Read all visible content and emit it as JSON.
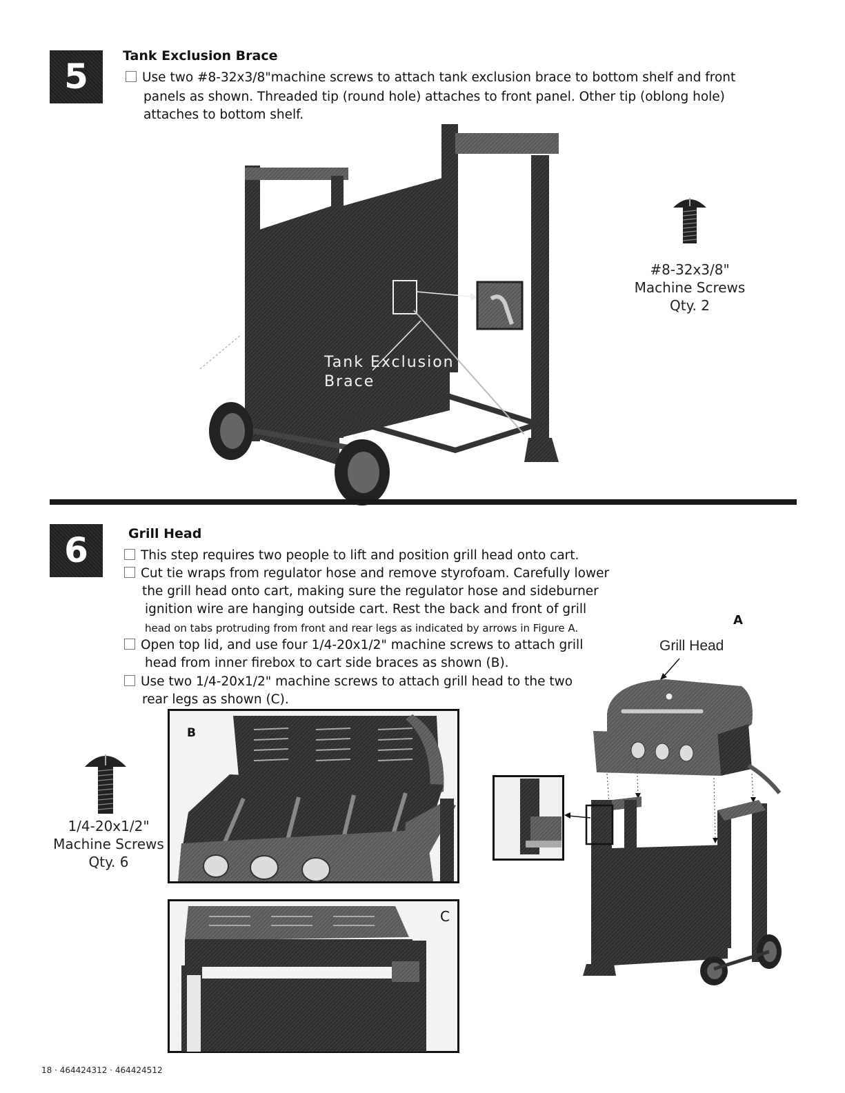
{
  "step5": {
    "number": "5",
    "title": "Tank Exclusion Brace",
    "lines": [
      "Use two #8-32x3/8\"machine screws to attach tank exclusion brace to bottom shelf and front",
      "panels as shown.  Threaded tip (round hole) attaches to front panel.  Other tip (oblong hole)",
      "attaches to bottom shelf."
    ],
    "callout": [
      "Tank Exclusion",
      "Brace"
    ],
    "hardware": {
      "size": "#8-32x3/8\"",
      "name": "Machine Screws",
      "qty": "Qty. 2"
    }
  },
  "step6": {
    "number": "6",
    "title": "Grill Head",
    "lines": [
      "This step requires two people to lift and position grill head onto cart.",
      "Cut tie wraps from regulator hose and remove styrofoam.  Carefully lower",
      "the grill head onto cart, making sure the regulator hose and sideburner",
      "ignition wire are hanging outside cart.  Rest the back and front of grill",
      "head on tabs protruding from front and rear legs as indicated by arrows in Figure A.",
      "Open top lid, and use four 1/4-20x1/2\" machine screws to attach grill",
      "head from inner firebox to cart side braces as shown (B).",
      "Use two 1/4-20x1/2\" machine screws to attach grill head to the two",
      "rear legs as shown (C)."
    ],
    "hardware": {
      "size": "1/4-20x1/2\"",
      "name": "Machine Screws",
      "qty": "Qty. 6"
    },
    "figure_a_label": "A",
    "figure_a_callout": "Grill Head",
    "figure_b_label": "B",
    "figure_c_label": "C"
  },
  "footer": "18 · 464424312 · 464424512",
  "colors": {
    "badge": "#1f1f1f",
    "metal": "#3a3a3a",
    "panel": "#2e2e2e"
  },
  "icons": [
    "checkbox-icon",
    "screw-icon"
  ]
}
